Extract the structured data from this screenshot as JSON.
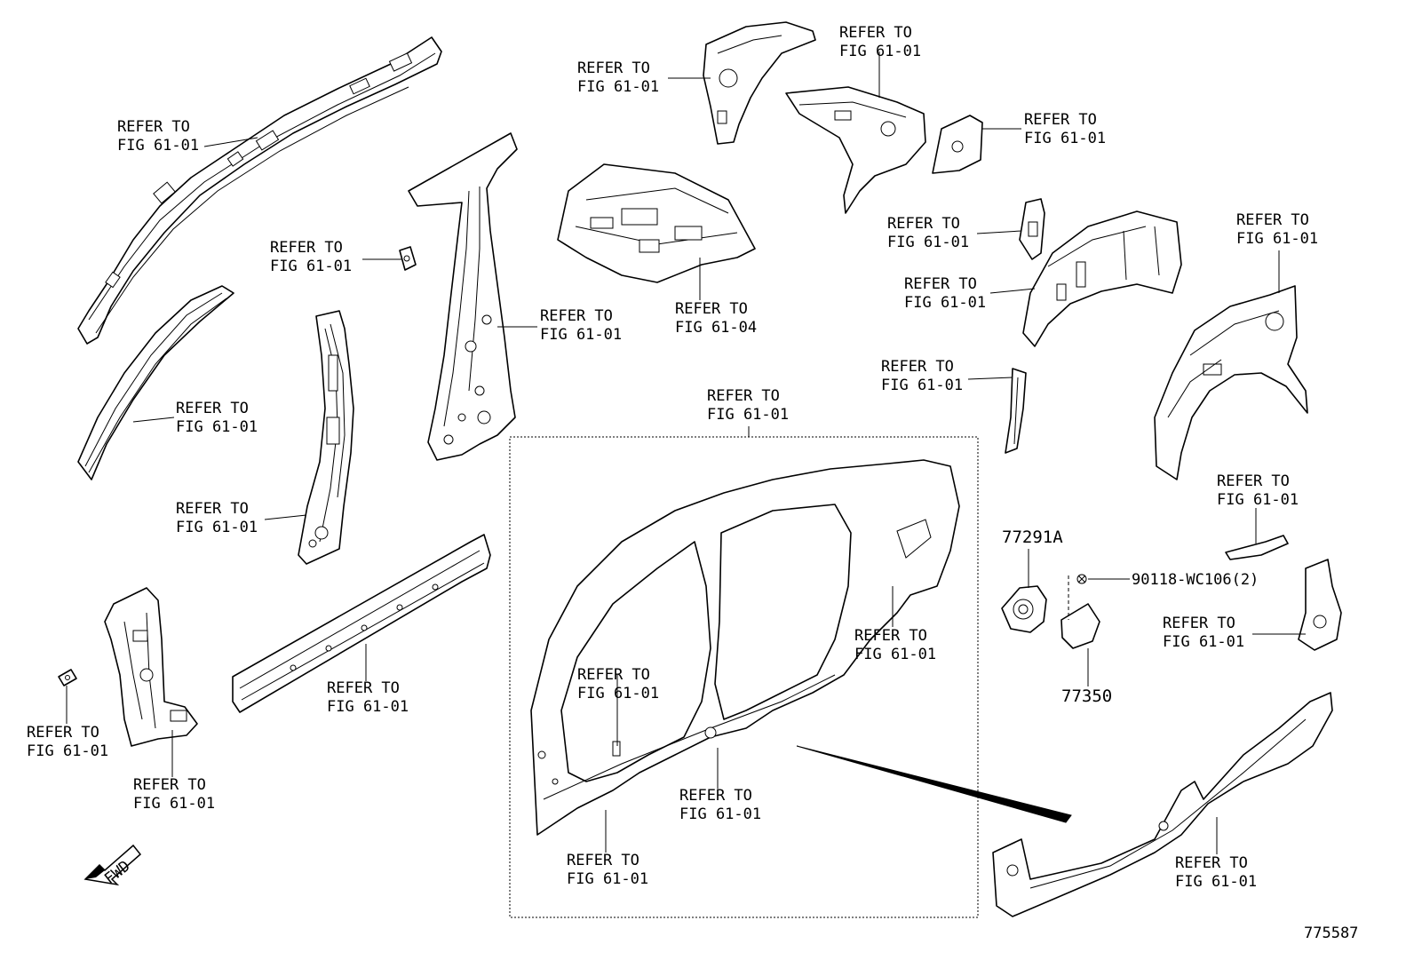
{
  "labels": {
    "roof_rail": [
      "REFER TO",
      "FIG 61-01"
    ],
    "clip_small": [
      "REFER TO",
      "FIG 61-01"
    ],
    "inner_rail": [
      "REFER TO",
      "FIG 61-01"
    ],
    "center_pillar_inner": [
      "REFER TO",
      "FIG 61-01"
    ],
    "center_pillar_outer": [
      "REFER TO",
      "FIG 61-01"
    ],
    "front_pillar": [
      "REFER TO",
      "FIG 61-01"
    ],
    "front_bracket": [
      "REFER TO",
      "FIG 61-01"
    ],
    "front_pillar_lower": [
      "REFER TO",
      "FIG 61-01"
    ],
    "rocker_inner": [
      "REFER TO",
      "FIG 61-01"
    ],
    "rear_bracket_top": [
      "REFER TO",
      "FIG 61-01"
    ],
    "floor_pan": [
      "REFER TO",
      "FIG 61-04"
    ],
    "quarter_inner_top": [
      "REFER TO",
      "FIG 61-01"
    ],
    "rear_gusset": [
      "REFER TO",
      "FIG 61-01"
    ],
    "small_bracket": [
      "REFER TO",
      "FIG 61-01"
    ],
    "wheelhouse_inner": [
      "REFER TO",
      "FIG 61-01"
    ],
    "wheelhouse_outer": [
      "REFER TO",
      "FIG 61-01"
    ],
    "quarter_brace": [
      "REFER TO",
      "FIG 61-01"
    ],
    "side_outer_panel": [
      "REFER TO",
      "FIG 61-01"
    ],
    "pillar_patch": [
      "REFER TO",
      "FIG 61-01"
    ],
    "quarter_panel": [
      "REFER TO",
      "FIG 61-01"
    ],
    "rocker_outer": [
      "REFER TO",
      "FIG 61-01"
    ],
    "lower_rocker": [
      "REFER TO",
      "FIG 61-01"
    ],
    "rear_lower_bracket": [
      "REFER TO",
      "FIG 61-01"
    ],
    "rear_extension": [
      "REFER TO",
      "FIG 61-01"
    ],
    "rear_rocker": [
      "REFER TO",
      "FIG 61-01"
    ]
  },
  "part_numbers": {
    "fuel_housing": "77291A",
    "fuel_lid": "77350",
    "screw": "90118-WC106(2)"
  },
  "fwd_label": "FWD",
  "diagram_id": "775587"
}
